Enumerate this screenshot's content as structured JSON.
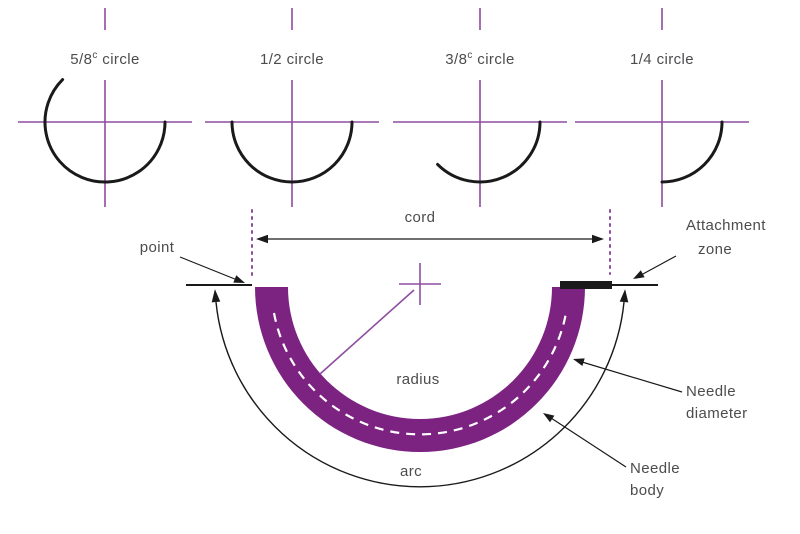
{
  "palette": {
    "needle_purple": "#7c2382",
    "line_purple": "#8e4d9f",
    "ink": "#1a1a1a",
    "text": "#4c4c4e"
  },
  "top_row": [
    {
      "pre": "5/8",
      "sup": "c",
      "post": " circle"
    },
    {
      "pre": "1/2",
      "sup": "",
      "post": " circle"
    },
    {
      "pre": "3/8",
      "sup": "c",
      "post": " circle"
    },
    {
      "pre": "1/4",
      "sup": "",
      "post": " circle"
    }
  ],
  "needle": {
    "cord": "cord",
    "point": "point",
    "attachment1": "Attachment",
    "attachment2": "zone",
    "radius": "radius",
    "arc": "arc",
    "diameter1": "Needle",
    "diameter2": "diameter",
    "body1": "Needle",
    "body2": "body"
  }
}
